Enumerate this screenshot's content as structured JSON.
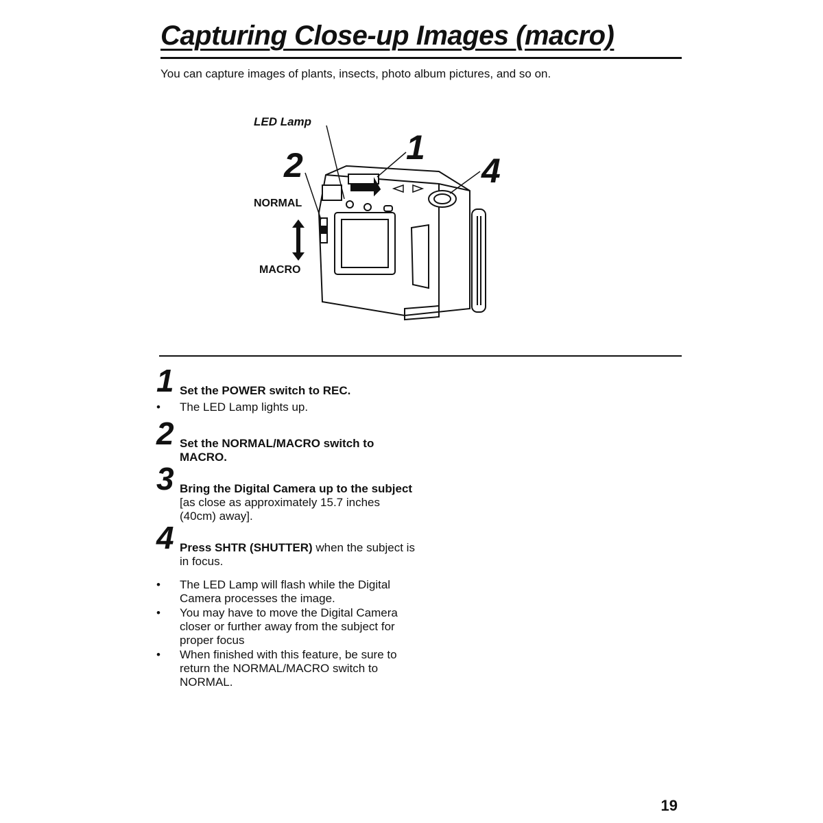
{
  "page": {
    "title": "Capturing Close-up Images (macro)",
    "intro": "You can capture images of plants, insects, photo album pictures, and so on.",
    "page_number": "19"
  },
  "figure": {
    "labels": {
      "led_lamp": "LED Lamp",
      "normal": "NORMAL",
      "macro": "MACRO",
      "callout_1": "1",
      "callout_2": "2",
      "callout_4": "4"
    }
  },
  "steps": [
    {
      "number": "1",
      "bold": "Set the POWER switch to REC.",
      "rest": ""
    },
    {
      "number": "2",
      "bold": "Set the NORMAL/MACRO switch to MACRO.",
      "rest": ""
    },
    {
      "number": "3",
      "bold": "Bring the Digital Camera up to the subject",
      "rest": " [as close as approximately 15.7 inches (40cm) away]."
    },
    {
      "number": "4",
      "bold": "Press SHTR (SHUTTER)",
      "rest": " when the subject is in focus."
    }
  ],
  "step1_bullets": [
    "The LED Lamp lights up."
  ],
  "step4_bullets": [
    "The LED Lamp will flash while the Digital Camera processes the image.",
    "You may have to move the Digital Camera closer or further away from the subject for proper focus",
    "When finished with this feature, be sure to return the NORMAL/MACRO switch to NORMAL."
  ]
}
